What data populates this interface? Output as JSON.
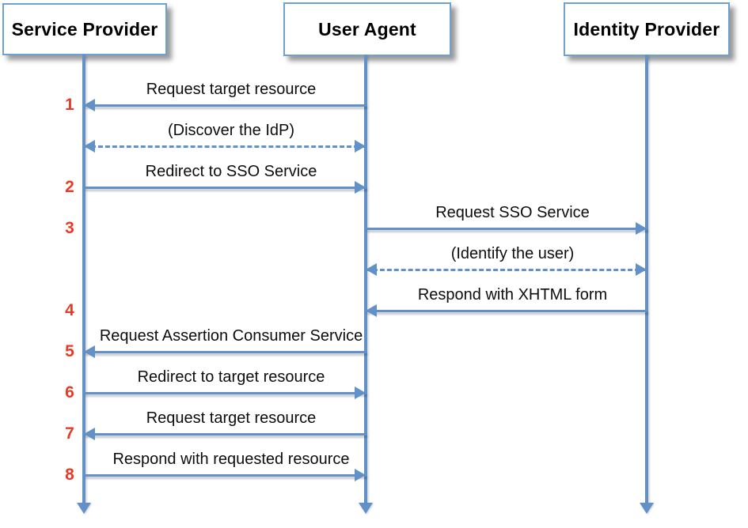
{
  "actors": [
    {
      "id": "sp",
      "label": "Service Provider"
    },
    {
      "id": "ua",
      "label": "User Agent"
    },
    {
      "id": "idp",
      "label": "Identity Provider"
    }
  ],
  "messages": [
    {
      "num": "1",
      "label": "Request target resource",
      "from": "ua",
      "to": "sp",
      "style": "solid",
      "bidirectional": false
    },
    {
      "num": "",
      "label": "(Discover the IdP)",
      "from": "sp",
      "to": "ua",
      "style": "dashed",
      "bidirectional": true
    },
    {
      "num": "2",
      "label": "Redirect to SSO Service",
      "from": "sp",
      "to": "ua",
      "style": "solid",
      "bidirectional": false
    },
    {
      "num": "3",
      "label": "Request SSO Service",
      "from": "ua",
      "to": "idp",
      "style": "solid",
      "bidirectional": false
    },
    {
      "num": "",
      "label": "(Identify the user)",
      "from": "ua",
      "to": "idp",
      "style": "dashed",
      "bidirectional": true
    },
    {
      "num": "4",
      "label": "Respond with XHTML form",
      "from": "idp",
      "to": "ua",
      "style": "solid",
      "bidirectional": false
    },
    {
      "num": "5",
      "label": "Request Assertion Consumer Service",
      "from": "ua",
      "to": "sp",
      "style": "solid",
      "bidirectional": false
    },
    {
      "num": "6",
      "label": "Redirect to target resource",
      "from": "sp",
      "to": "ua",
      "style": "solid",
      "bidirectional": false
    },
    {
      "num": "7",
      "label": "Request target resource",
      "from": "ua",
      "to": "sp",
      "style": "solid",
      "bidirectional": false
    },
    {
      "num": "8",
      "label": "Respond with requested resource",
      "from": "sp",
      "to": "ua",
      "style": "solid",
      "bidirectional": false
    }
  ],
  "colors": {
    "line_blue": "#6191C7",
    "box_border_blue": "#6FA0D2",
    "number_red": "#E83A28",
    "label_black": "#0d0d0d"
  }
}
